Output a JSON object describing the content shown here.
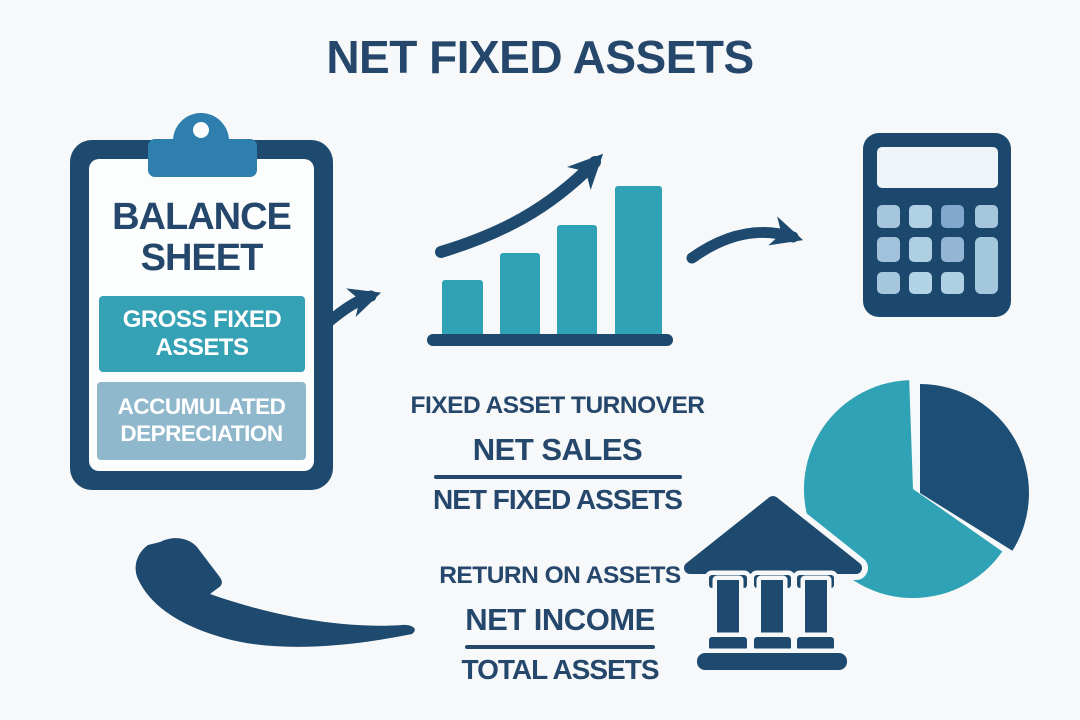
{
  "title": "NET FIXED ASSETS",
  "palette": {
    "navy": "#1d4a6e",
    "text_navy": "#24476b",
    "teal": "#2fa3b5",
    "box_teal": "#35a1b4",
    "steel_blue": "#8fb8cd",
    "clip_blue": "#2e7fae",
    "button_blue": "#a6c6de",
    "background": "#f7f8f9"
  },
  "clipboard": {
    "heading_line1": "BALANCE",
    "heading_line2": "SHEET",
    "box1_line1": "GROSS FIXED",
    "box1_line2": "ASSETS",
    "box2_line1": "ACCUMULATED",
    "box2_line2": "DEPRECIATION"
  },
  "formulas": {
    "fixed_asset_turnover": {
      "title": "FIXED ASSET TURNOVER",
      "numerator": "NET SALES",
      "denominator": "NET FIXED ASSETS"
    },
    "return_on_assets": {
      "title": "RETURN ON ASSETS",
      "numerator": "NET INCOME",
      "denominator": "TOTAL ASSETS"
    }
  },
  "icons": {
    "clipboard": "balance-sheet-clipboard-icon",
    "bar_chart": "rising-bar-chart-icon",
    "growth_arrow": "growth-arrow-icon",
    "calculator": "calculator-icon",
    "pie_chart": "pie-chart-icon",
    "bank": "bank-icon",
    "left_swoosh": "swoosh-return-arrow-icon",
    "connector_arrows": "curved-connector-arrow-icon"
  },
  "illustration_data": {
    "bar_chart": {
      "type": "bar",
      "relative_values": [
        59,
        86,
        114,
        153
      ]
    },
    "pie_chart": {
      "type": "pie",
      "slices": [
        {
          "name": "navy-slice",
          "fraction": 0.34
        },
        {
          "name": "teal-slice",
          "fraction": 0.66
        }
      ]
    }
  }
}
